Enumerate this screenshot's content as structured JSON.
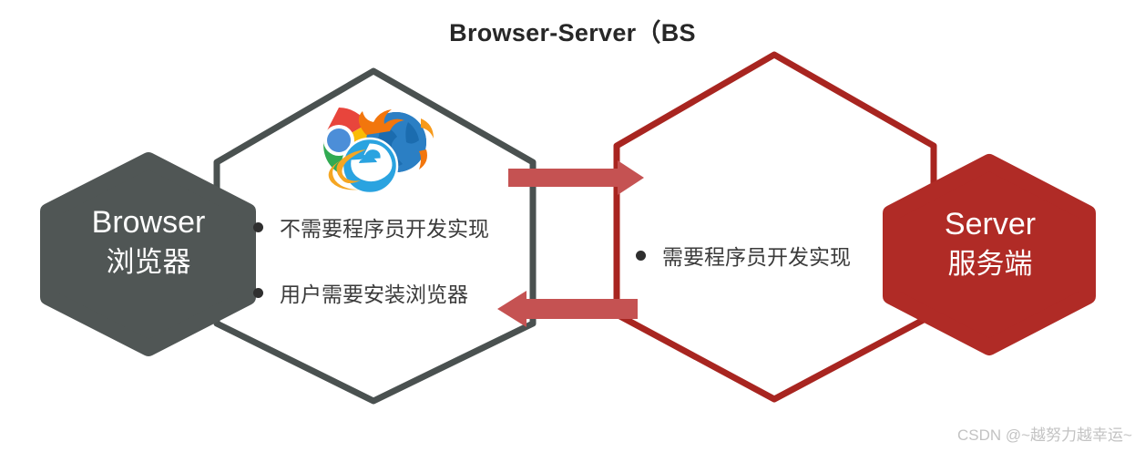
{
  "title": "Browser-Server（BS",
  "colors": {
    "gray_fill": "#505655",
    "gray_stroke": "#4a5150",
    "red_fill": "#b02b26",
    "red_stroke": "#a82520",
    "arrow": "#c55252",
    "text_dark": "#3b3b3b",
    "title_text": "#272727",
    "watermark": "#c3c3c3",
    "background": "#ffffff"
  },
  "nodes": {
    "browser": {
      "en_label": "Browser",
      "cn_label": "浏览器",
      "shape": "hexagon",
      "role": "client"
    },
    "server": {
      "en_label": "Server",
      "cn_label": "服务端",
      "shape": "hexagon",
      "role": "server"
    }
  },
  "panels": {
    "left": {
      "bullets": [
        "不需要程序员开发实现",
        "用户需要安装浏览器"
      ]
    },
    "right": {
      "bullets": [
        "需要程序员开发实现"
      ]
    }
  },
  "browser_logos": [
    {
      "name": "chrome-logo",
      "label": "Chrome"
    },
    {
      "name": "firefox-logo",
      "label": "Firefox"
    },
    {
      "name": "internet-explorer-logo",
      "label": "Internet Explorer"
    }
  ],
  "arrows": [
    {
      "name": "request-arrow",
      "direction": "right"
    },
    {
      "name": "response-arrow",
      "direction": "left"
    }
  ],
  "watermark": "CSDN @~越努力越幸运~"
}
